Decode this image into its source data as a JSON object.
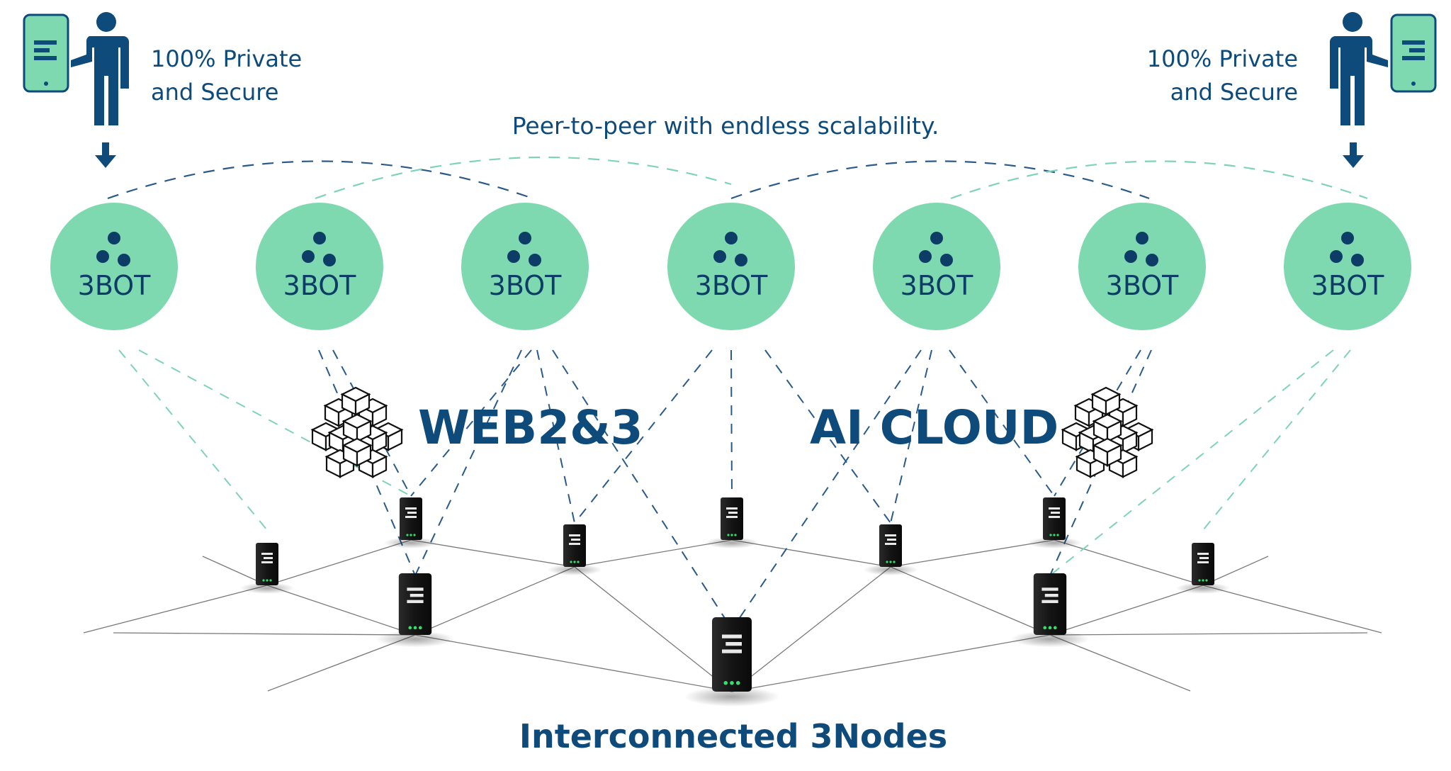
{
  "user_caption_left": [
    "100% Private",
    "and Secure"
  ],
  "user_caption_right": [
    "100% Private",
    "and Secure"
  ],
  "peer_caption": "Peer-to-peer with endless scalability.",
  "bot_label": "3BOT",
  "web_label": "WEB2&3",
  "ai_label": "AI CLOUD",
  "bottom_caption": "Interconnected 3Nodes",
  "bots": [
    {
      "label": "3BOT"
    },
    {
      "label": "3BOT"
    },
    {
      "label": "3BOT"
    },
    {
      "label": "3BOT"
    },
    {
      "label": "3BOT"
    },
    {
      "label": "3BOT"
    },
    {
      "label": "3BOT"
    }
  ],
  "colors": {
    "navy": "#0e4a7a",
    "mint": "#7ed9b0",
    "mint_dark": "#0d3d66",
    "dash_navy": "#2a5a8a",
    "dash_mint": "#7fd3b5",
    "node_body": "#151515",
    "led": "#35e06a"
  },
  "icons": {
    "user": "person-with-phone-icon",
    "bot": "3bot-circle-icon",
    "cubes": "cube-cluster-icon",
    "node": "3node-server-icon"
  }
}
